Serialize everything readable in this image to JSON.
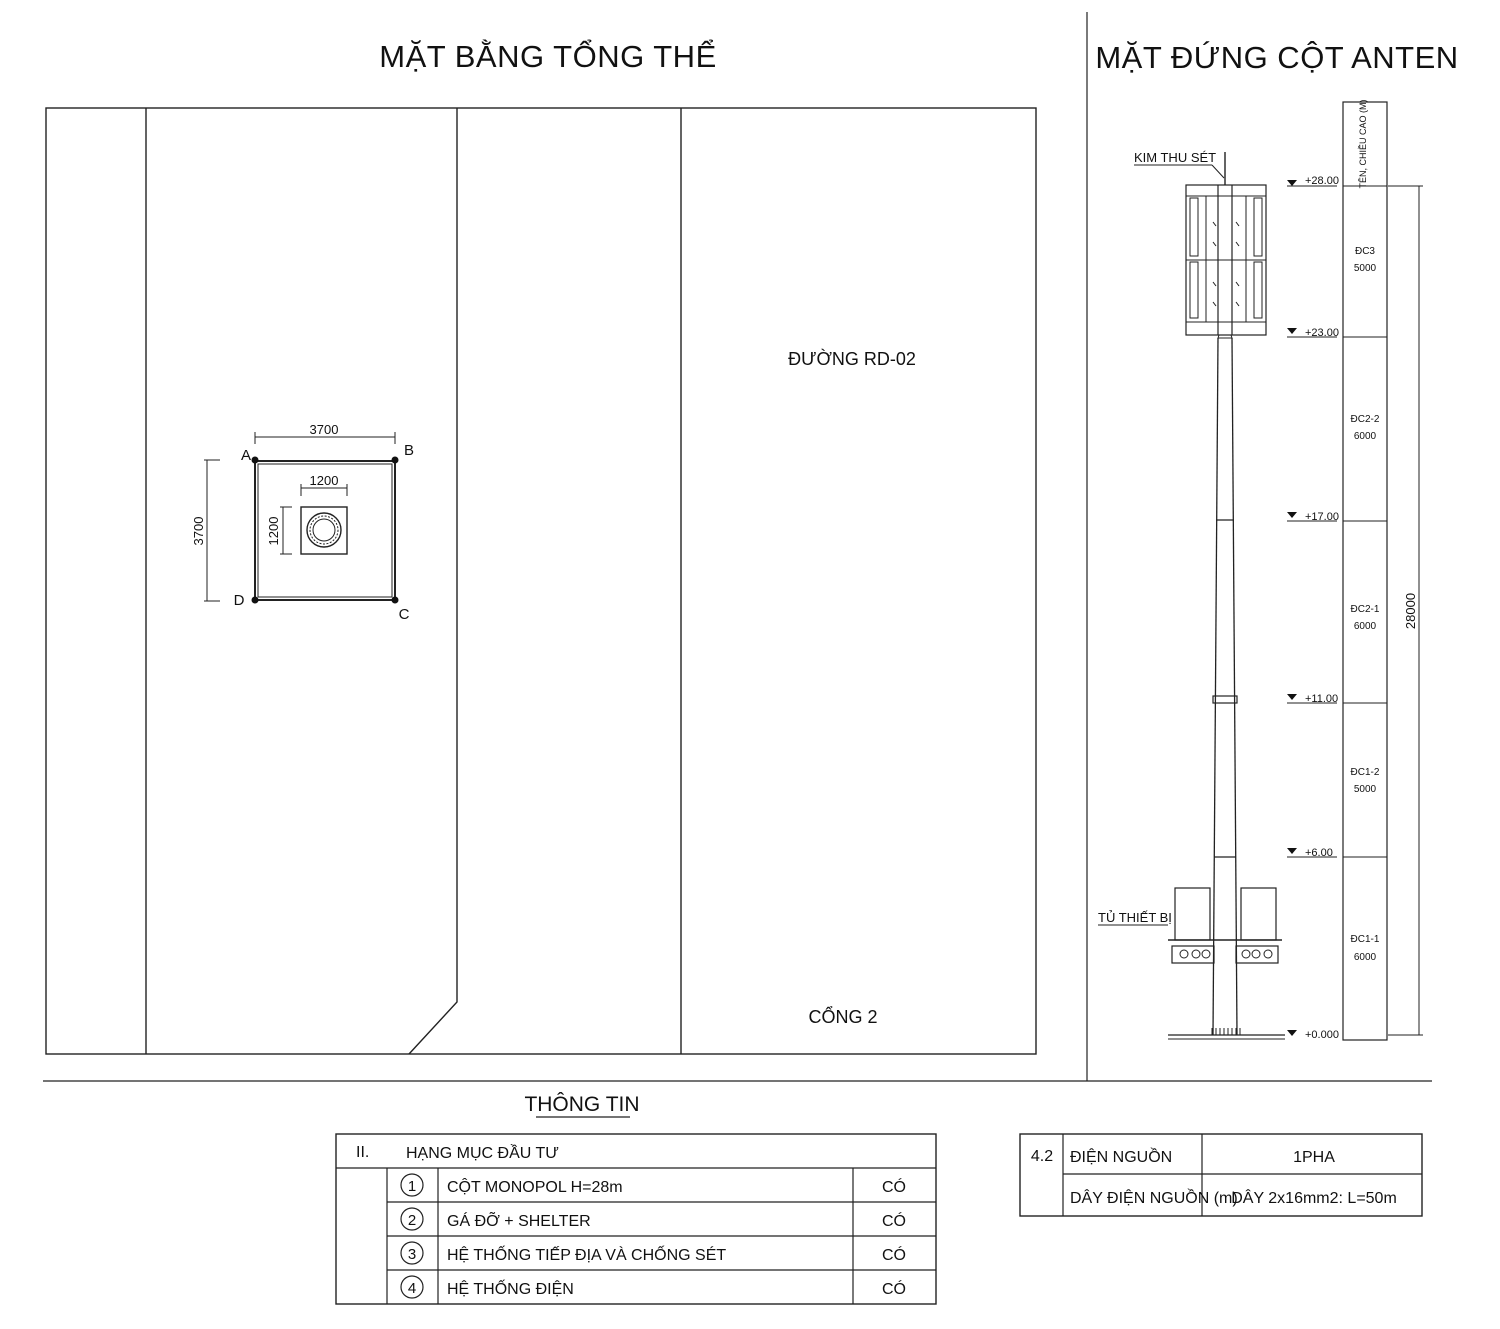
{
  "plan": {
    "title": "MẶT BẰNG TỔNG THỂ",
    "road_label": "ĐƯỜNG RD-02",
    "gate_label": "CỔNG 2",
    "outer_dim": "3700",
    "outer_dim_vertical": "3700",
    "inner_dim": "1200",
    "inner_dim_vertical": "1200",
    "corners": {
      "a": "A",
      "b": "B",
      "c": "C",
      "d": "D"
    }
  },
  "elevation": {
    "title": "MẶT ĐỨNG CỘT ANTEN",
    "lightning_rod": "KIM THU SÉT",
    "equipment_cabinet": "TỦ THIẾT BỊ",
    "header": "TÊN, CHIỀU CAO (M)",
    "total_height": "28000",
    "levels": [
      {
        "label": "+28.00",
        "value": 28
      },
      {
        "label": "+23.00",
        "value": 23
      },
      {
        "label": "+17.00",
        "value": 17
      },
      {
        "label": "+11.00",
        "value": 11
      },
      {
        "label": "+6.00",
        "value": 6
      },
      {
        "label": "+0.000",
        "value": 0
      }
    ],
    "segments": [
      {
        "name": "ĐC3",
        "length": "5000"
      },
      {
        "name": "ĐC2-2",
        "length": "6000"
      },
      {
        "name": "ĐC2-1",
        "length": "6000"
      },
      {
        "name": "ĐC1-2",
        "length": "5000"
      },
      {
        "name": "ĐC1-1",
        "length": "6000"
      }
    ]
  },
  "info": {
    "heading": "THÔNG TIN",
    "section_no": "II.",
    "section_title": "HẠNG MỤC ĐẦU TƯ",
    "items": [
      {
        "no": "1",
        "name": "CỘT MONOPOL H=28m",
        "value": "CÓ"
      },
      {
        "no": "2",
        "name": "GÁ ĐỠ + SHELTER",
        "value": "CÓ"
      },
      {
        "no": "3",
        "name": "HỆ THỐNG TIẾP ĐỊA VÀ CHỐNG SÉT",
        "value": "CÓ"
      },
      {
        "no": "4",
        "name": "HỆ THỐNG ĐIỆN",
        "value": "CÓ"
      }
    ],
    "power": {
      "no": "4.2",
      "label": "ĐIỆN NGUỒN",
      "value": "1PHA",
      "cable_label": "DÂY ĐIỆN NGUỒN (m)",
      "cable_value": "DÂY 2x16mm2: L=50m"
    }
  }
}
